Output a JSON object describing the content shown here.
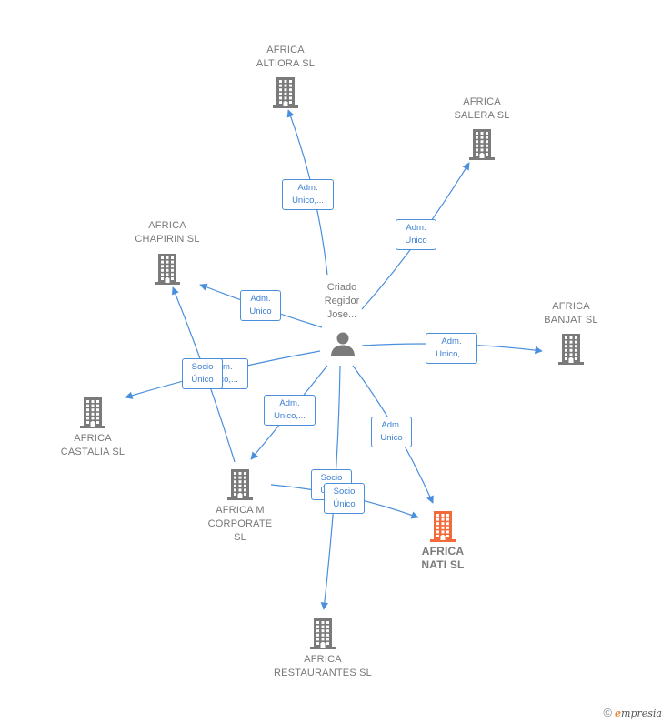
{
  "colors": {
    "edge": "#4a8fdc",
    "building": "#7a7a7a",
    "building_highlight": "#f26a3a",
    "person": "#7a7a7a"
  },
  "person": {
    "label": "Criado\nRegidor\nJose..."
  },
  "companies": [
    {
      "key": "altiora",
      "label": "AFRICA\nALTIORA  SL",
      "highlight": false
    },
    {
      "key": "salera",
      "label": "AFRICA\nSALERA SL",
      "highlight": false
    },
    {
      "key": "chapirin",
      "label": "AFRICA\nCHAPIRIN  SL",
      "highlight": false
    },
    {
      "key": "banjat",
      "label": "AFRICA\nBANJAT  SL",
      "highlight": false
    },
    {
      "key": "castalia",
      "label": "AFRICA\nCASTALIA  SL",
      "highlight": false
    },
    {
      "key": "corporate",
      "label": "AFRICA M\nCORPORATE\nSL",
      "highlight": false
    },
    {
      "key": "nati",
      "label": "AFRICA\nNATI  SL",
      "highlight": true
    },
    {
      "key": "restaurantes",
      "label": "AFRICA\nRESTAURANTES SL",
      "highlight": false
    }
  ],
  "relations": [
    {
      "key": "altiora",
      "label": "Adm.\nUnico,..."
    },
    {
      "key": "salera",
      "label": "Adm.\nUnico"
    },
    {
      "key": "chapirin",
      "label": "Adm.\nUnico"
    },
    {
      "key": "banjat",
      "label": "Adm.\nUnico,..."
    },
    {
      "key": "castalia",
      "label": "Adm.\nUnico,..."
    },
    {
      "key": "corporate",
      "label": "Adm.\nUnico,..."
    },
    {
      "key": "nati",
      "label": "Adm.\nUnico"
    },
    {
      "key": "restaurantes",
      "label": "Socio\nÚnico"
    },
    {
      "key": "corp-chapirin",
      "label": "Socio\nÚnico"
    },
    {
      "key": "corp-nati",
      "label": "Socio\nÚnico"
    }
  ],
  "footer": {
    "copyright": "©",
    "brand_e": "e",
    "brand_rest": "mpresia"
  }
}
